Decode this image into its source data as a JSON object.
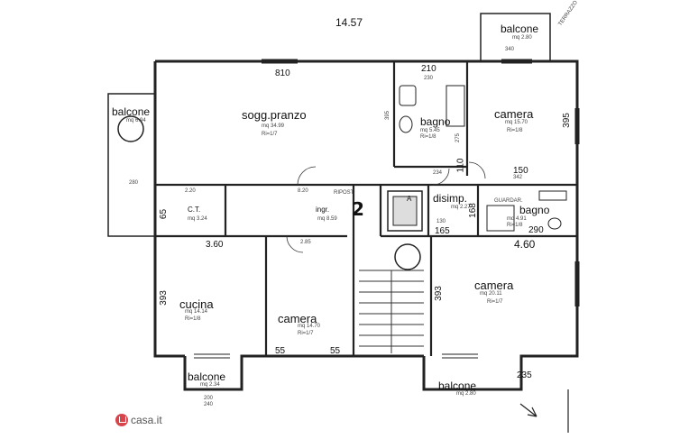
{
  "rooms": {
    "soggiorno": {
      "name": "sogg.pranzo",
      "area": "mq 34.99",
      "ratio": "Ri=1/7"
    },
    "bagno1": {
      "name": "bagno",
      "area": "mq 5.45",
      "ratio": "Ri=1/8"
    },
    "camera1": {
      "name": "camera",
      "area": "mq 15.70",
      "ratio": "Ri=1/8"
    },
    "balcone_left": {
      "name": "balcone",
      "area": "mq 6.94"
    },
    "balcone_top": {
      "name": "balcone",
      "area": "mq 2.80"
    },
    "ct": {
      "name": "C.T.",
      "area": "mq 3.24"
    },
    "ingresso": {
      "name": "ingr.",
      "area": "mq 8.59"
    },
    "ripost": {
      "name": "RIPOST."
    },
    "disimp": {
      "name": "disimp.",
      "area": "mq 2.27"
    },
    "bagno2": {
      "name": "bagno",
      "area": "mq 4.91",
      "ratio": "Ri=1/8"
    },
    "cucina": {
      "name": "cucina",
      "area": "mq 14.14",
      "ratio": "Ri=1/8"
    },
    "camera2": {
      "name": "camera",
      "area": "mq 14.70",
      "ratio": "Ri=1/7"
    },
    "camera3": {
      "name": "camera",
      "area": "mq 20.11",
      "ratio": "Ri=1/7"
    },
    "balcone_bl": {
      "name": "balcone",
      "area": "mq 2.34"
    },
    "balcone_br": {
      "name": "balcone",
      "area": "mq 2.80"
    },
    "guardaroba": {
      "name": "GUARDAR."
    },
    "scala_mark": {
      "name": "A"
    }
  },
  "dimensions": {
    "d1457": "14.57",
    "d810": "810",
    "d210": "210",
    "d230": "230",
    "d395a": "395",
    "d395b": "395",
    "d275": "275",
    "d110": "110",
    "d150": "150",
    "d234": "234",
    "d342": "342",
    "d280": "280",
    "d820": "8.20",
    "d65": "65",
    "d360": "3.60",
    "d285": "2.85",
    "d168": "168",
    "d130": "130",
    "d165": "165",
    "d290": "290",
    "d460": "4.60",
    "d393a": "393",
    "d393b": "393",
    "d235": "235",
    "d200": "200",
    "d240": "240",
    "d55a": "55",
    "d55b": "55",
    "d220": "2.20",
    "d340": "340"
  },
  "handwritten": {
    "unit": "2"
  },
  "corner_note": "TERRAZZO",
  "logo": {
    "text": "casa.it"
  }
}
